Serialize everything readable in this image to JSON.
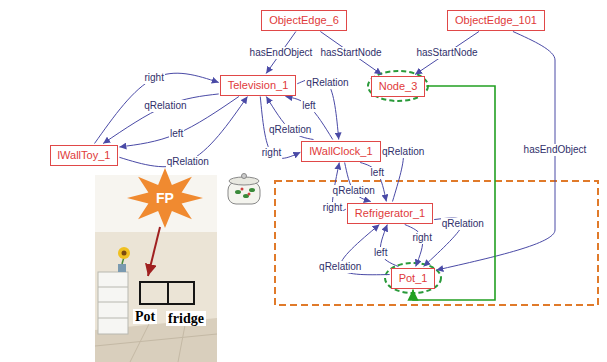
{
  "diagram": {
    "nodes": [
      {
        "text": [
          "ObjectEdge_6"
        ]
      },
      {
        "text": [
          "ObjectEdge_101"
        ]
      },
      {
        "text": [
          "Television_1"
        ]
      },
      {
        "text": [
          "Node_3"
        ]
      },
      {
        "text": [
          "lWallToy_1"
        ]
      },
      {
        "text": [
          "lWallClock_1"
        ]
      },
      {
        "text": [
          "Refrigerator_1"
        ]
      },
      {
        "text": [
          "Pot_1"
        ]
      }
    ],
    "edges": [
      {
        "from": 0,
        "to": 2,
        "label": "hasEndObject",
        "arrow": "to"
      },
      {
        "from": 0,
        "to": 3,
        "label": "hasStartNode",
        "arrow": "to"
      },
      {
        "from": 1,
        "to": 3,
        "label": "hasStartNode",
        "arrow": "to"
      },
      {
        "from": 1,
        "to": 7,
        "label": "hasEndObject",
        "arrow": "to"
      },
      {
        "from": 3,
        "to": 7,
        "arrow": "to"
      },
      {
        "from": 4,
        "to": 2,
        "label": "right",
        "arrow": "to"
      },
      {
        "from": 2,
        "to": 4,
        "label": "qRelation",
        "arrow": "to"
      },
      {
        "from": 2,
        "to": 4,
        "label": "left",
        "arrow": "to"
      },
      {
        "from": 4,
        "to": 2,
        "label": "qRelation",
        "arrow": "to"
      },
      {
        "from": 2,
        "to": 5,
        "label": "qRelation",
        "arrow": "to"
      },
      {
        "from": 5,
        "to": 2,
        "label": "left",
        "arrow": "to"
      },
      {
        "from": 5,
        "to": 2,
        "label": "qRelation",
        "arrow": "to"
      },
      {
        "from": 2,
        "to": 5,
        "label": "right",
        "arrow": "to"
      },
      {
        "from": 6,
        "to": 5,
        "label": "right",
        "arrow": "to"
      },
      {
        "from": 5,
        "to": 6,
        "label": "qRelation",
        "arrow": "to"
      },
      {
        "from": 5,
        "to": 6,
        "label": "left",
        "arrow": "to"
      },
      {
        "from": 6,
        "to": 5,
        "label": "qRelation",
        "arrow": "to"
      },
      {
        "from": 7,
        "to": 6,
        "label": "qRelation",
        "arrow": "to"
      },
      {
        "from": 7,
        "to": 6,
        "label": "left",
        "arrow": "to"
      },
      {
        "from": 6,
        "to": 7,
        "label": "right",
        "arrow": "to"
      },
      {
        "from": 6,
        "to": 7,
        "label": "qRelation",
        "arrow": "to"
      }
    ],
    "labels": [
      "FP",
      "Pot",
      "fridge"
    ]
  }
}
